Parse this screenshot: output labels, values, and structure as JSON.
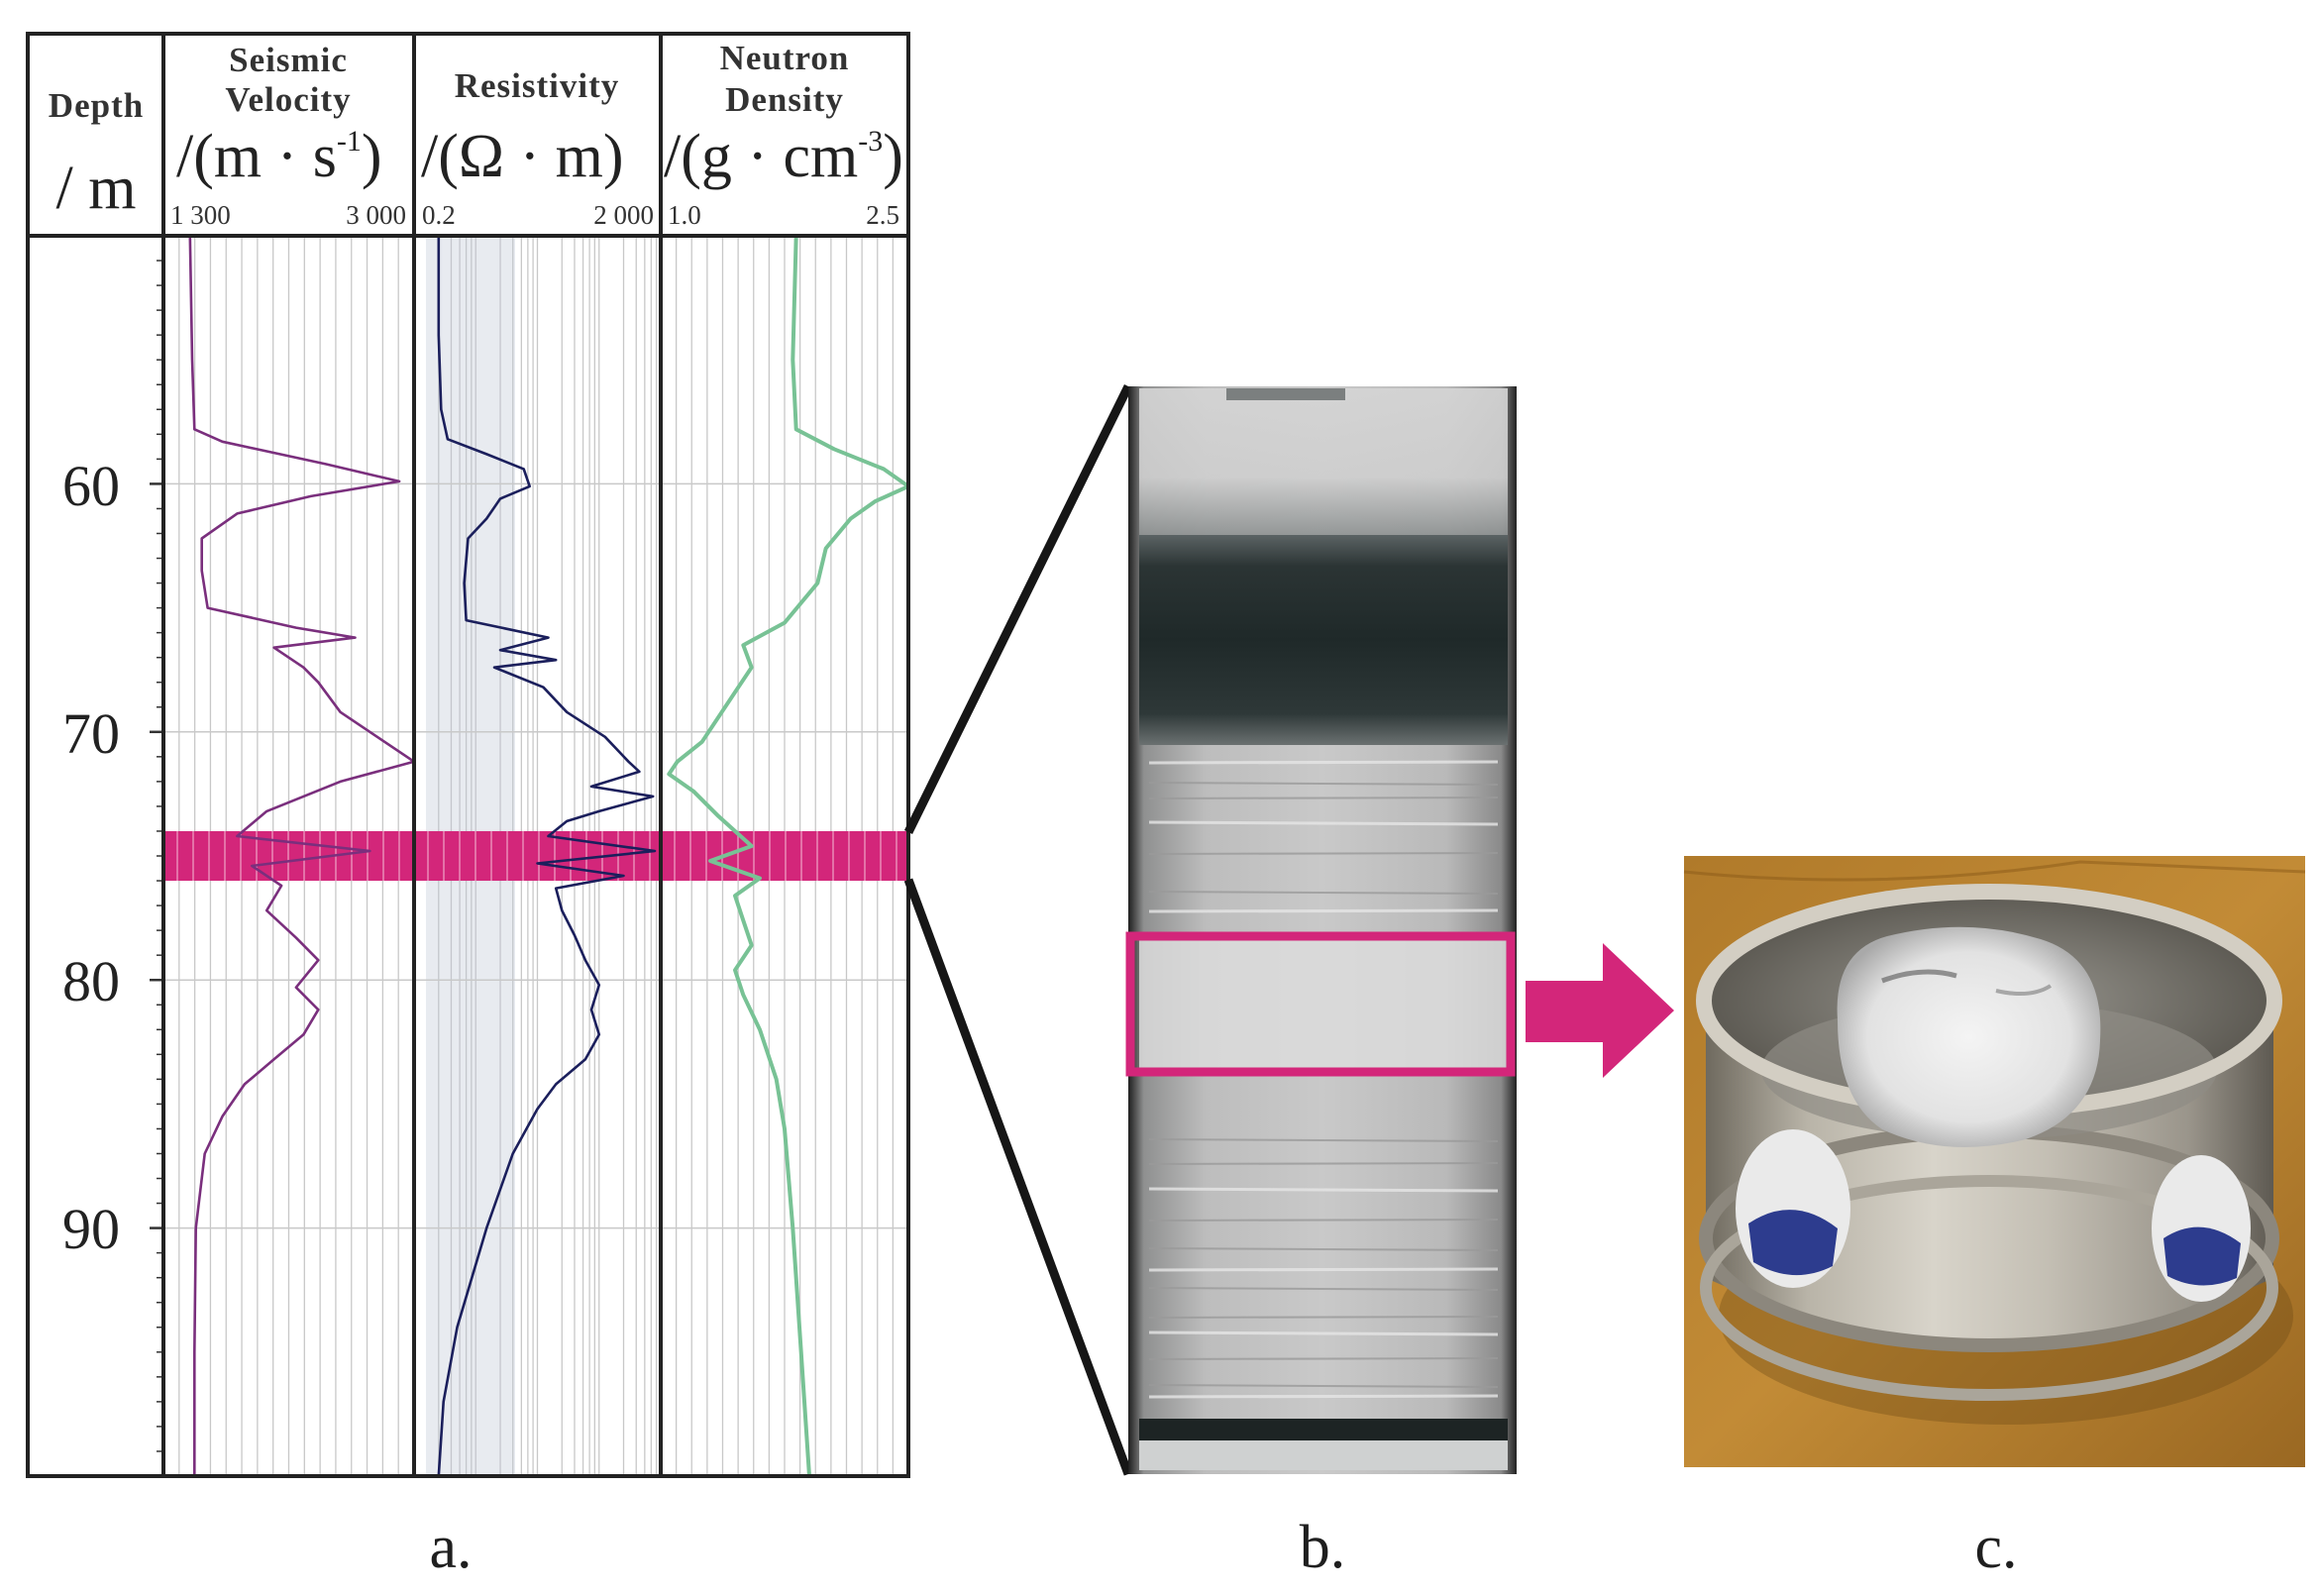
{
  "panel_labels": {
    "a": "a.",
    "b": "b.",
    "c": "c."
  },
  "depth_track": {
    "title": "Depth",
    "unit": "/ m"
  },
  "tracks": [
    {
      "name": "Seismic Velocity",
      "line1": "Seismic",
      "line2": "Velocity",
      "unit_main": "/(m · s",
      "unit_sup": "-1",
      "unit_close": ")",
      "range_min_label": "1 300",
      "range_max_label": "3 000",
      "color": "#7a2f7d"
    },
    {
      "name": "Resistivity",
      "line1": "Resistivity",
      "line2": "",
      "unit_main": "/(Ω · m)",
      "unit_sup": "",
      "unit_close": "",
      "range_min_label": "0.2",
      "range_max_label": "2 000",
      "color": "#1b1f5c"
    },
    {
      "name": "Neutron Density",
      "line1": "Neutron",
      "line2": "Density",
      "unit_main": "/(g · cm",
      "unit_sup": "-3",
      "unit_close": ")",
      "range_min_label": "1.0",
      "range_max_label": "2.5",
      "color": "#78c295"
    }
  ],
  "highlight_color": "#d3267a",
  "chart_data": {
    "type": "line",
    "title": "",
    "y_axis": {
      "label": "Depth / m",
      "ylim": [
        50,
        100
      ],
      "ticks": [
        60,
        70,
        80,
        90
      ],
      "inverted": true
    },
    "highlight_interval": [
      74,
      76
    ],
    "series": [
      {
        "name": "Seismic Velocity",
        "xlim": [
          1300,
          3000
        ],
        "scale": "linear",
        "points": [
          [
            50,
            1480
          ],
          [
            55,
            1495
          ],
          [
            57.8,
            1510
          ],
          [
            58.3,
            1700
          ],
          [
            59.2,
            2400
          ],
          [
            59.9,
            2900
          ],
          [
            60.5,
            2300
          ],
          [
            61.2,
            1800
          ],
          [
            62.2,
            1560
          ],
          [
            63.5,
            1560
          ],
          [
            65,
            1600
          ],
          [
            65.8,
            2200
          ],
          [
            66.2,
            2600
          ],
          [
            66.6,
            2050
          ],
          [
            67.4,
            2250
          ],
          [
            68,
            2350
          ],
          [
            69.2,
            2500
          ],
          [
            70.2,
            2750
          ],
          [
            71.2,
            3000
          ],
          [
            72,
            2500
          ],
          [
            73.2,
            2000
          ],
          [
            74.2,
            1800
          ],
          [
            74.8,
            2700
          ],
          [
            75.4,
            1900
          ],
          [
            76.2,
            2100
          ],
          [
            77.2,
            2000
          ],
          [
            78.3,
            2200
          ],
          [
            79.2,
            2350
          ],
          [
            80.3,
            2200
          ],
          [
            81.2,
            2350
          ],
          [
            82.2,
            2250
          ],
          [
            83.2,
            2050
          ],
          [
            84.2,
            1850
          ],
          [
            85.5,
            1700
          ],
          [
            87,
            1580
          ],
          [
            90,
            1520
          ],
          [
            95,
            1510
          ],
          [
            100,
            1510
          ]
        ]
      },
      {
        "name": "Resistivity",
        "xlim": [
          0.2,
          2000
        ],
        "scale": "log",
        "points": [
          [
            50,
            0.5
          ],
          [
            54,
            0.5
          ],
          [
            57,
            0.55
          ],
          [
            58.2,
            0.7
          ],
          [
            58.8,
            3
          ],
          [
            59.4,
            12
          ],
          [
            60.1,
            15
          ],
          [
            60.6,
            5
          ],
          [
            61.4,
            3
          ],
          [
            62.2,
            1.5
          ],
          [
            64,
            1.3
          ],
          [
            65.5,
            1.4
          ],
          [
            66.2,
            30
          ],
          [
            66.7,
            5
          ],
          [
            67.1,
            40
          ],
          [
            67.4,
            4
          ],
          [
            68.2,
            25
          ],
          [
            69.2,
            60
          ],
          [
            70.2,
            250
          ],
          [
            71.2,
            600
          ],
          [
            71.6,
            900
          ],
          [
            72.2,
            150
          ],
          [
            72.6,
            1500
          ],
          [
            73.2,
            200
          ],
          [
            73.6,
            60
          ],
          [
            74.2,
            30
          ],
          [
            74.8,
            1600
          ],
          [
            75.3,
            20
          ],
          [
            75.8,
            500
          ],
          [
            76.3,
            40
          ],
          [
            77.2,
            50
          ],
          [
            78.2,
            80
          ],
          [
            79.2,
            120
          ],
          [
            80.2,
            200
          ],
          [
            81.2,
            150
          ],
          [
            82.2,
            200
          ],
          [
            83.2,
            120
          ],
          [
            84.2,
            40
          ],
          [
            85.2,
            20
          ],
          [
            87,
            8
          ],
          [
            90,
            3
          ],
          [
            94,
            1
          ],
          [
            97,
            0.6
          ],
          [
            100,
            0.5
          ]
        ]
      },
      {
        "name": "Neutron Density",
        "xlim": [
          1.0,
          2.5
        ],
        "scale": "linear",
        "points": [
          [
            50,
            1.82
          ],
          [
            55,
            1.8
          ],
          [
            57.8,
            1.82
          ],
          [
            58.6,
            2.05
          ],
          [
            59.4,
            2.35
          ],
          [
            60.1,
            2.5
          ],
          [
            60.7,
            2.3
          ],
          [
            61.4,
            2.15
          ],
          [
            62.6,
            2.0
          ],
          [
            64,
            1.95
          ],
          [
            65.6,
            1.75
          ],
          [
            66.5,
            1.5
          ],
          [
            67.4,
            1.55
          ],
          [
            68.4,
            1.45
          ],
          [
            69.4,
            1.35
          ],
          [
            70.4,
            1.25
          ],
          [
            71.2,
            1.1
          ],
          [
            71.7,
            1.05
          ],
          [
            72.4,
            1.2
          ],
          [
            73.4,
            1.35
          ],
          [
            74.6,
            1.55
          ],
          [
            75.2,
            1.3
          ],
          [
            75.9,
            1.6
          ],
          [
            76.6,
            1.45
          ],
          [
            77.6,
            1.5
          ],
          [
            78.6,
            1.55
          ],
          [
            79.6,
            1.45
          ],
          [
            80.6,
            1.5
          ],
          [
            82,
            1.6
          ],
          [
            84,
            1.7
          ],
          [
            86,
            1.75
          ],
          [
            90,
            1.8
          ],
          [
            95,
            1.85
          ],
          [
            100,
            1.9
          ]
        ]
      }
    ]
  }
}
